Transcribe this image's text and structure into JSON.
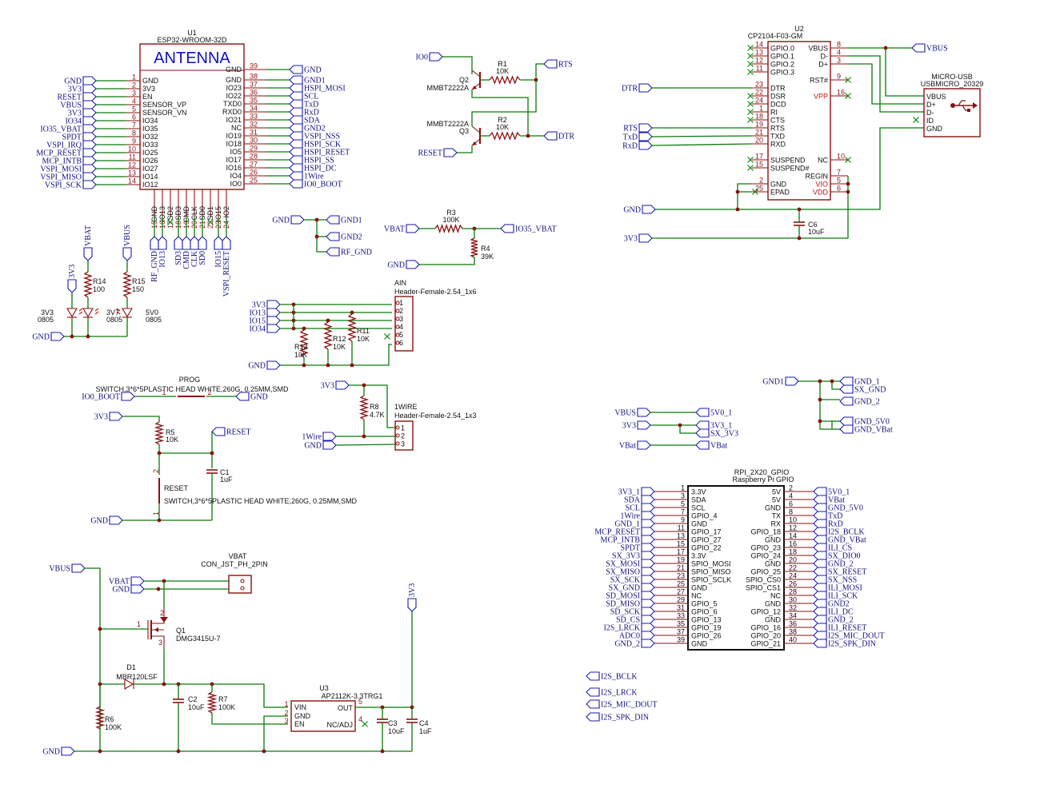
{
  "esp32": {
    "ref": "U1",
    "part": "ESP32-WROOM-32D",
    "antenna": "ANTENNA",
    "left_pins": [
      {
        "num": "1",
        "name": "GND",
        "net": "GND"
      },
      {
        "num": "2",
        "name": "3V3",
        "net": "3V3"
      },
      {
        "num": "3",
        "name": "EN",
        "net": "RESET"
      },
      {
        "num": "4",
        "name": "SENSOR_VP",
        "net": "VBUS"
      },
      {
        "num": "5",
        "name": "SENSOR_VN",
        "net": "3V3"
      },
      {
        "num": "6",
        "name": "IO34",
        "net": "IO34"
      },
      {
        "num": "7",
        "name": "IO35",
        "net": "IO35_VBAT"
      },
      {
        "num": "8",
        "name": "IO32",
        "net": "SPDT"
      },
      {
        "num": "9",
        "name": "IO33",
        "net": "VSPI_IRQ"
      },
      {
        "num": "10",
        "name": "IO25",
        "net": "MCP_RESET"
      },
      {
        "num": "11",
        "name": "IO26",
        "net": "MCP_INTB"
      },
      {
        "num": "12",
        "name": "IO27",
        "net": "VSPI_MOSI"
      },
      {
        "num": "13",
        "name": "IO14",
        "net": "VSPI_MISO"
      },
      {
        "num": "14",
        "name": "IO12",
        "net": "VSPI_SCK"
      }
    ],
    "right_pins": [
      {
        "num": "39",
        "name": "GND",
        "net": "GND"
      },
      {
        "num": "38",
        "name": "GND",
        "net": "GND1"
      },
      {
        "num": "37",
        "name": "IO23",
        "net": "HSPI_MOSI"
      },
      {
        "num": "36",
        "name": "IO22",
        "net": "SCL"
      },
      {
        "num": "35",
        "name": "TXD0",
        "net": "TxD"
      },
      {
        "num": "34",
        "name": "RXD0",
        "net": "RxD"
      },
      {
        "num": "33",
        "name": "IO21",
        "net": "SDA"
      },
      {
        "num": "32",
        "name": "NC",
        "net": "GND2"
      },
      {
        "num": "31",
        "name": "IO19",
        "net": "VSPI_NSS"
      },
      {
        "num": "30",
        "name": "IO18",
        "net": "HSPI_SCK"
      },
      {
        "num": "29",
        "name": "IO5",
        "net": "HSPI_RESET"
      },
      {
        "num": "28",
        "name": "IO17",
        "net": "HSPI_SS"
      },
      {
        "num": "27",
        "name": "IO16",
        "net": "HSPI_DC"
      },
      {
        "num": "26",
        "name": "IO4",
        "net": "1Wire"
      },
      {
        "num": "25",
        "name": "IO0",
        "net": "IO0_BOOT"
      }
    ],
    "bottom_pins": [
      {
        "num": "15",
        "name": "GND"
      },
      {
        "num": "16",
        "name": "IO13"
      },
      {
        "num": "17",
        "name": "SD2"
      },
      {
        "num": "18",
        "name": "SD3"
      },
      {
        "num": "19",
        "name": "CMD"
      },
      {
        "num": "20",
        "name": "CLK"
      },
      {
        "num": "21",
        "name": "SD0"
      },
      {
        "num": "22",
        "name": "SD1"
      },
      {
        "num": "23",
        "name": "IO15"
      },
      {
        "num": "24",
        "name": "IO2"
      }
    ],
    "bottom_nets": [
      "RF_GND",
      "IO13",
      "SD3",
      "CMD",
      "CLK",
      "SD0",
      "IO15",
      "VSPI_RESET"
    ]
  },
  "leds": {
    "nets": [
      "VBAT",
      "VBUS",
      "3V3",
      "GND"
    ],
    "r14": {
      "ref": "R14",
      "val": "100"
    },
    "r15": {
      "ref": "R15",
      "val": "150"
    },
    "d_3v3": {
      "ref": "3V3",
      "pkg": "0805"
    },
    "d_3v7": {
      "ref": "3V7",
      "pkg": "0805"
    },
    "d_5v0": {
      "ref": "5V0",
      "pkg": "0805"
    }
  },
  "transistors": {
    "io0": "IO0",
    "rts": "RTS",
    "dtr": "DTR",
    "reset": "RESET",
    "q2": {
      "ref": "Q2",
      "part": "MMBT2222A"
    },
    "q3": {
      "ref": "Q3",
      "part": "MMBT2222A"
    },
    "r1": {
      "ref": "R1",
      "val": "10K"
    },
    "r2": {
      "ref": "R2",
      "val": "10K"
    }
  },
  "gnd_merge": {
    "in": "GND",
    "outs": [
      "GND1",
      "GND2",
      "RF_GND"
    ]
  },
  "divider": {
    "vbat": "VBAT",
    "out": "IO35_VBAT",
    "gnd": "GND",
    "r3": {
      "ref": "R3",
      "val": "100K"
    },
    "r4": {
      "ref": "R4",
      "val": "39K"
    }
  },
  "ain": {
    "ref": "AIN",
    "part": "Header-Female-2.54_1x6",
    "nets": [
      "3V3",
      "IO13",
      "IO15",
      "IO34",
      "GND"
    ],
    "pins": [
      "1",
      "2",
      "3",
      "4",
      "5",
      "6"
    ],
    "r13": {
      "ref": "R13",
      "val": "10K"
    },
    "r12": {
      "ref": "R12",
      "val": "10K"
    },
    "r11": {
      "ref": "R11",
      "val": "10K"
    }
  },
  "cp2104": {
    "ref": "U2",
    "part": "CP2104-F03-GM",
    "left_pins": [
      {
        "num": "14",
        "name": "GPIO.0"
      },
      {
        "num": "13",
        "name": "GPIO.1"
      },
      {
        "num": "12",
        "name": "GPIO.2"
      },
      {
        "num": "11",
        "name": "GPIO.3"
      },
      {
        "num": "23",
        "name": "DTR"
      },
      {
        "num": "22",
        "name": "DSR"
      },
      {
        "num": "24",
        "name": "DCD"
      },
      {
        "num": "1",
        "name": "RI"
      },
      {
        "num": "18",
        "name": "CTS"
      },
      {
        "num": "19",
        "name": "RTS"
      },
      {
        "num": "21",
        "name": "TXD"
      },
      {
        "num": "20",
        "name": "RXD"
      },
      {
        "num": "17",
        "name": "SUSPEND"
      },
      {
        "num": "15",
        "name": "SUSPEND#"
      },
      {
        "num": "2",
        "name": "GND"
      },
      {
        "num": "25",
        "name": "EPAD"
      }
    ],
    "right_pins": [
      {
        "num": "8",
        "name": "VBUS"
      },
      {
        "num": "4",
        "name": "D-"
      },
      {
        "num": "3",
        "name": "D+"
      },
      {
        "num": "9",
        "name": "RST#"
      },
      {
        "num": "16",
        "name": "VPP"
      },
      {
        "num": "10",
        "name": "NC"
      },
      {
        "num": "7",
        "name": "REGIN"
      },
      {
        "num": "5",
        "name": "VIO"
      },
      {
        "num": "6",
        "name": "VDD"
      }
    ],
    "nets": {
      "dtr": "DTR",
      "rts": "RTS",
      "txd": "TxD",
      "rxd": "RxD",
      "gnd": "GND",
      "v33": "3V3",
      "vbus": "VBUS"
    },
    "c6": {
      "ref": "C6",
      "val": "10uF"
    }
  },
  "usb": {
    "ref": "MICRO-USB",
    "part": "USBMICRO_20329",
    "pins": [
      "VBUS",
      "D+",
      "D-",
      "ID",
      "GND"
    ]
  },
  "gnd_group": {
    "in": "GND1",
    "outs": [
      "GND_1",
      "SX_GND",
      "GND_2",
      "GND_5V0",
      "GND_VBat"
    ]
  },
  "pwr_alias": {
    "rows": [
      {
        "in": "VBUS",
        "outs": [
          "5V0_1"
        ]
      },
      {
        "in": "3V3",
        "outs": [
          "3V3_1",
          "SX_3V3"
        ]
      },
      {
        "in": "VBat",
        "outs": [
          "VBat"
        ]
      }
    ]
  },
  "prog": {
    "ref": "PROG",
    "part": "SWITCH,3*6*5PLASTIC HEAD WHITE,260G, 0.25MM,SMD",
    "left": "IO0_BOOT",
    "right": "GND",
    "p1": "1",
    "p2": "2"
  },
  "onewire": {
    "ref": "1WIRE",
    "part": "Header-Female-2.54_1x3",
    "v": "3V3",
    "sig": "1Wire",
    "gnd": "GND",
    "pins": [
      "1",
      "2",
      "3"
    ],
    "r8": {
      "ref": "R8",
      "val": "4.7K"
    }
  },
  "reset": {
    "v": "3V3",
    "net": "RESET",
    "gnd": "GND",
    "r5": {
      "ref": "R5",
      "val": "10K"
    },
    "c1": {
      "ref": "C1",
      "val": "1uF"
    },
    "sw": {
      "ref": "RESET",
      "part": "SWITCH,3*6*5PLASTIC HEAD WHITE,260G, 0.25MM,SMD",
      "p1": "1",
      "p2": "2"
    }
  },
  "rpi": {
    "ref": "RPI_2X20_GPIO",
    "part": "Raspberry Pi GPIO",
    "left": [
      {
        "num": "1",
        "name": "3.3V",
        "net": "3V3_1"
      },
      {
        "num": "3",
        "name": "SDA",
        "net": "SDA"
      },
      {
        "num": "5",
        "name": "SCL",
        "net": "SCL"
      },
      {
        "num": "7",
        "name": "GPIO_4",
        "net": "1Wire"
      },
      {
        "num": "9",
        "name": "GND",
        "net": "GND_1"
      },
      {
        "num": "11",
        "name": "GPIO_17",
        "net": "MCP_RESET"
      },
      {
        "num": "13",
        "name": "GPIO_27",
        "net": "MCP_INTB"
      },
      {
        "num": "15",
        "name": "GPIO_22",
        "net": "SPDT"
      },
      {
        "num": "17",
        "name": "3.3V",
        "net": "SX_3V3"
      },
      {
        "num": "19",
        "name": "SPIO_MOSI",
        "net": "SX_MOSI"
      },
      {
        "num": "21",
        "name": "SPIO_MISO",
        "net": "SX_MISO"
      },
      {
        "num": "23",
        "name": "SPIO_SCLK",
        "net": "SX_SCK"
      },
      {
        "num": "25",
        "name": "GND",
        "net": "SX_GND"
      },
      {
        "num": "27",
        "name": "NC",
        "net": "SD_MOSI"
      },
      {
        "num": "29",
        "name": "GPIO_5",
        "net": "SD_MISO"
      },
      {
        "num": "31",
        "name": "GPIO_6",
        "net": "SD_SCK"
      },
      {
        "num": "33",
        "name": "GPIO_13",
        "net": "SD_CS"
      },
      {
        "num": "35",
        "name": "GPIO_19",
        "net": "I2S_LRCK"
      },
      {
        "num": "37",
        "name": "GPIO_26",
        "net": "ADC0"
      },
      {
        "num": "39",
        "name": "GND",
        "net": "GND_2"
      }
    ],
    "right": [
      {
        "num": "2",
        "name": "5V",
        "net": "5V0_1"
      },
      {
        "num": "4",
        "name": "5V",
        "net": "VBat"
      },
      {
        "num": "6",
        "name": "GND",
        "net": "GND_5V0"
      },
      {
        "num": "8",
        "name": "TX",
        "net": "TxD"
      },
      {
        "num": "10",
        "name": "RX",
        "net": "RxD"
      },
      {
        "num": "12",
        "name": "GPIO_18",
        "net": "I2S_BCLK"
      },
      {
        "num": "14",
        "name": "GND",
        "net": "GND_VBat"
      },
      {
        "num": "16",
        "name": "GPIO_23",
        "net": "ILI_CS"
      },
      {
        "num": "18",
        "name": "GPIO_24",
        "net": "SX_DIO0"
      },
      {
        "num": "20",
        "name": "GND",
        "net": "GND_2"
      },
      {
        "num": "22",
        "name": "GPIO_25",
        "net": "SX_RESET"
      },
      {
        "num": "24",
        "name": "SPIO_CS0",
        "net": "SX_NSS"
      },
      {
        "num": "26",
        "name": "SPIO_CS1",
        "net": "ILI_MOSI"
      },
      {
        "num": "28",
        "name": "NC",
        "net": "ILI_SCK"
      },
      {
        "num": "30",
        "name": "GND",
        "net": "GND2"
      },
      {
        "num": "32",
        "name": "GPIO_12",
        "net": "ILI_DC"
      },
      {
        "num": "34",
        "name": "GND",
        "net": "GND_2"
      },
      {
        "num": "36",
        "name": "GPIO_16",
        "net": "ILI_RESET"
      },
      {
        "num": "38",
        "name": "GPIO_20",
        "net": "I2S_MIC_DOUT"
      },
      {
        "num": "40",
        "name": "GPIO_21",
        "net": "I2S_SPK_DIN"
      }
    ]
  },
  "power": {
    "vbus": "VBUS",
    "vbat": "VBAT",
    "gnd": "GND",
    "v33": "3V3",
    "jst": {
      "ref": "VBAT",
      "part": "CON_JST_PH_2PIN"
    },
    "q1": {
      "ref": "Q1",
      "part": "DMG3415U-7",
      "p1": "1",
      "p2": "2",
      "p3": "3"
    },
    "d1": {
      "ref": "D1",
      "part": "MBR120LSF"
    },
    "r6": {
      "ref": "R6",
      "val": "100K"
    },
    "c2": {
      "ref": "C2",
      "val": "10uF"
    },
    "r7": {
      "ref": "R7",
      "val": "100K"
    },
    "u3": {
      "ref": "U3",
      "part": "AP2112K-3.3TRG1",
      "pins": [
        {
          "num": "1",
          "name": "VIN"
        },
        {
          "num": "2",
          "name": "GND"
        },
        {
          "num": "3",
          "name": "EN"
        },
        {
          "num": "5",
          "name": "OUT"
        },
        {
          "num": "4",
          "name": "NC/ADJ"
        }
      ]
    },
    "c3": {
      "ref": "C3",
      "val": "10uF"
    },
    "c4": {
      "ref": "C4",
      "val": "1uF"
    }
  },
  "i2s_labels": [
    "I2S_BCLK",
    "I2S_LRCK",
    "I2S_MIC_DOUT",
    "I2S_SPK_DIN"
  ]
}
